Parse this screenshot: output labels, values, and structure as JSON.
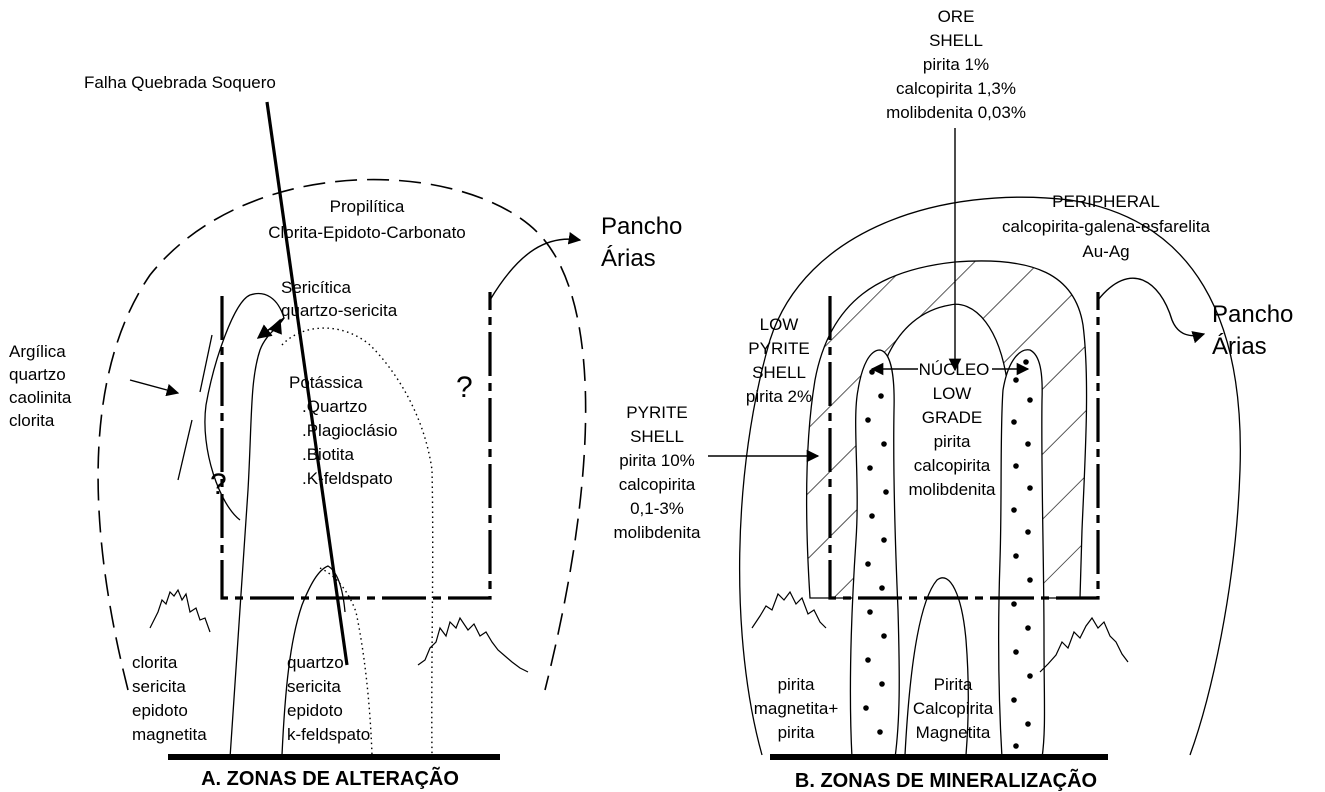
{
  "panel_a": {
    "title": "A. ZONAS DE ALTERAÇÃO",
    "fault_label": "Falha Quebrada Soquero",
    "propylitic": [
      "Propilítica",
      "Clorita-Epidoto-Carbonato"
    ],
    "pancho_arias": [
      "Pancho",
      "Árias"
    ],
    "sericitic": [
      "Sericítica",
      "quartzo-sericita"
    ],
    "argillic": [
      "Argílica",
      "quartzo",
      "caolinita",
      "clorita"
    ],
    "potassic": [
      "Potássica",
      ".Quartzo",
      ".Plagioclásio",
      ".Biotita",
      ".K-feldspato"
    ],
    "question_marks": [
      "?",
      "?"
    ],
    "bottom_left": [
      "clorita",
      "sericita",
      "epidoto",
      "magnetita"
    ],
    "bottom_center": [
      "quartzo",
      "sericita",
      "epidoto",
      "k-feldspato"
    ]
  },
  "panel_b": {
    "title": "B. ZONAS DE MINERALIZAÇÃO",
    "ore_shell": [
      "ORE",
      "SHELL",
      "pirita 1%",
      "calcopirita 1,3%",
      "molibdenita 0,03%"
    ],
    "peripheral": [
      "PERIPHERAL",
      "calcopirita-galena-esfarelita",
      "Au-Ag"
    ],
    "pancho_arias": [
      "Pancho",
      "Árias"
    ],
    "low_pyrite_shell": [
      "LOW",
      "PYRITE",
      "SHELL",
      "pirita 2%"
    ],
    "pyrite_shell": [
      "PYRITE",
      "SHELL",
      "pirita 10%",
      "calcopirita",
      "0,1-3%",
      "molibdenita"
    ],
    "nucleo": [
      "NÚCLEO",
      "LOW",
      "GRADE",
      "pirita",
      "calcopirita",
      "molibdenita"
    ],
    "bottom_left": [
      "pirita",
      "magnetita+",
      "pirita"
    ],
    "bottom_center": [
      "Pirita",
      "Calcopirita",
      "Magnetita"
    ]
  }
}
